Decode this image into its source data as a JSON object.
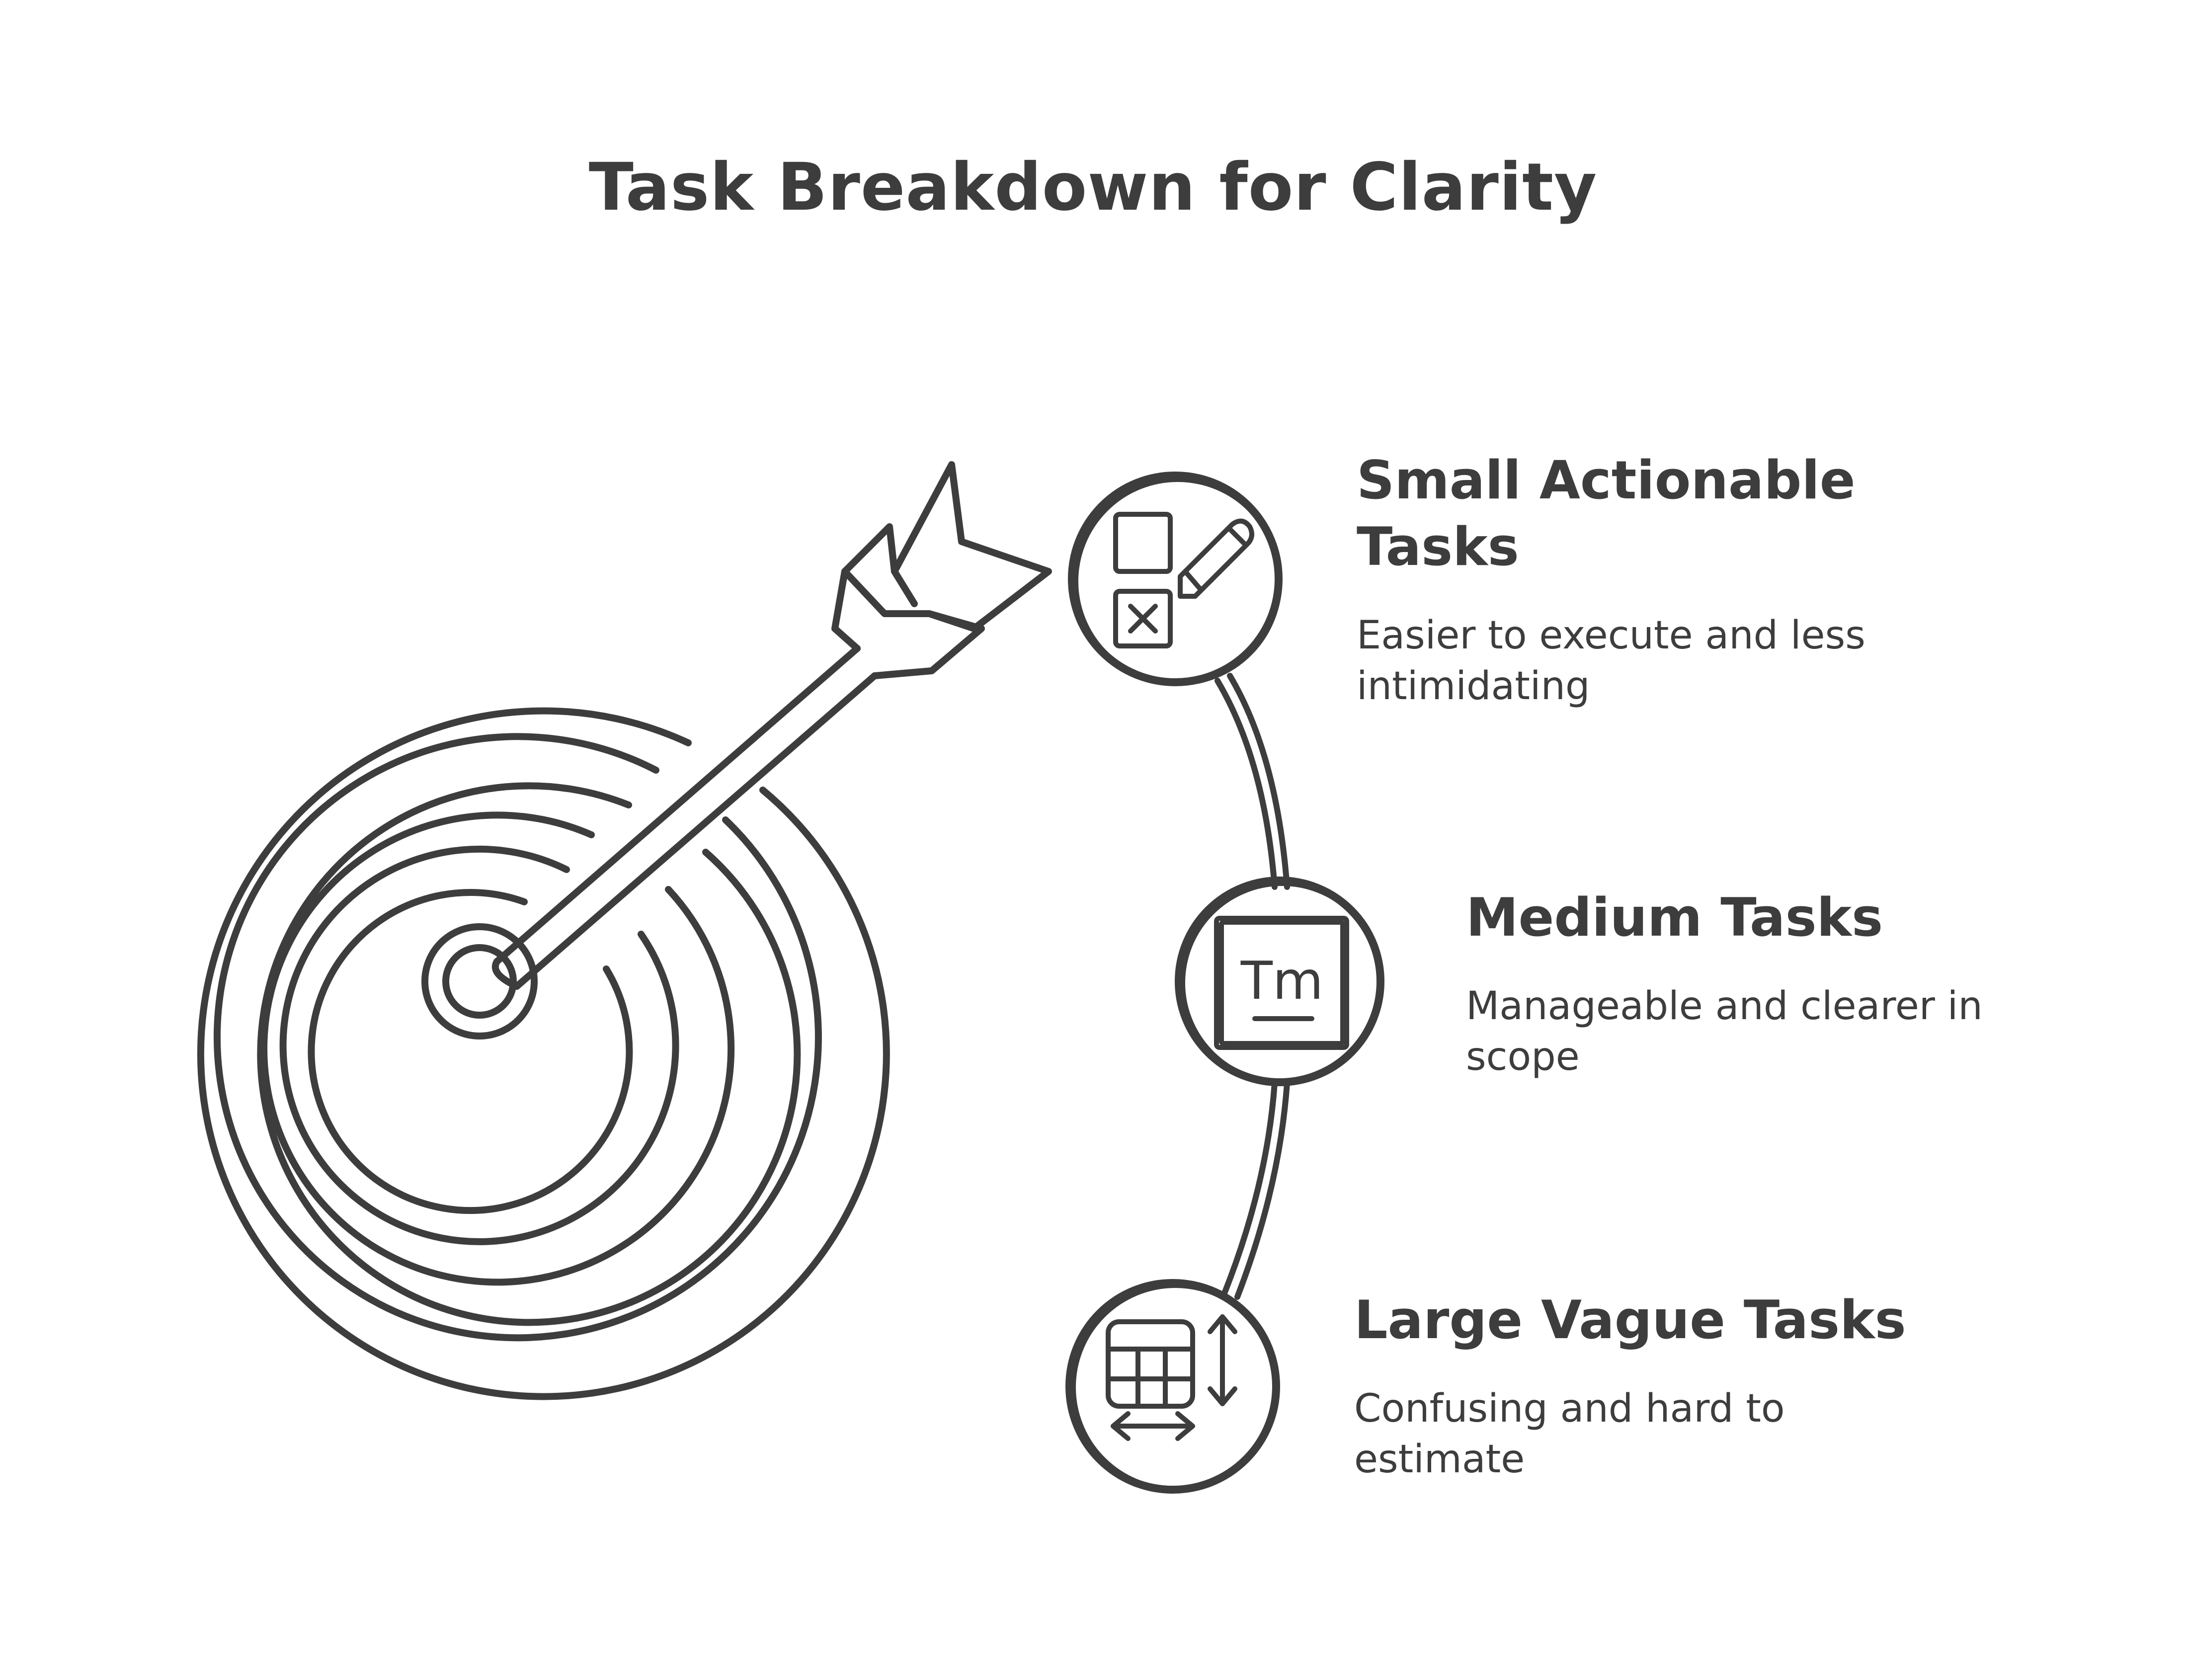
{
  "title": "Task Breakdown for Clarity",
  "items": [
    {
      "title_line1": "Small Actionable",
      "title_line2": "Tasks",
      "desc_line1": "Easier to execute and less",
      "desc_line2": "intimidating",
      "icon": "checklist-pencil-icon"
    },
    {
      "title_line1": "Medium Tasks",
      "desc_line1": "Manageable and clearer in",
      "desc_line2": "scope",
      "icon": "text-format-icon",
      "icon_text": "Tm"
    },
    {
      "title_line1": "Large Vague Tasks",
      "desc_line1": "Confusing and hard to",
      "desc_line2": "estimate",
      "icon": "table-resize-icon"
    }
  ],
  "colors": {
    "ink": "#3d3d3d",
    "background": "#ffffff"
  }
}
